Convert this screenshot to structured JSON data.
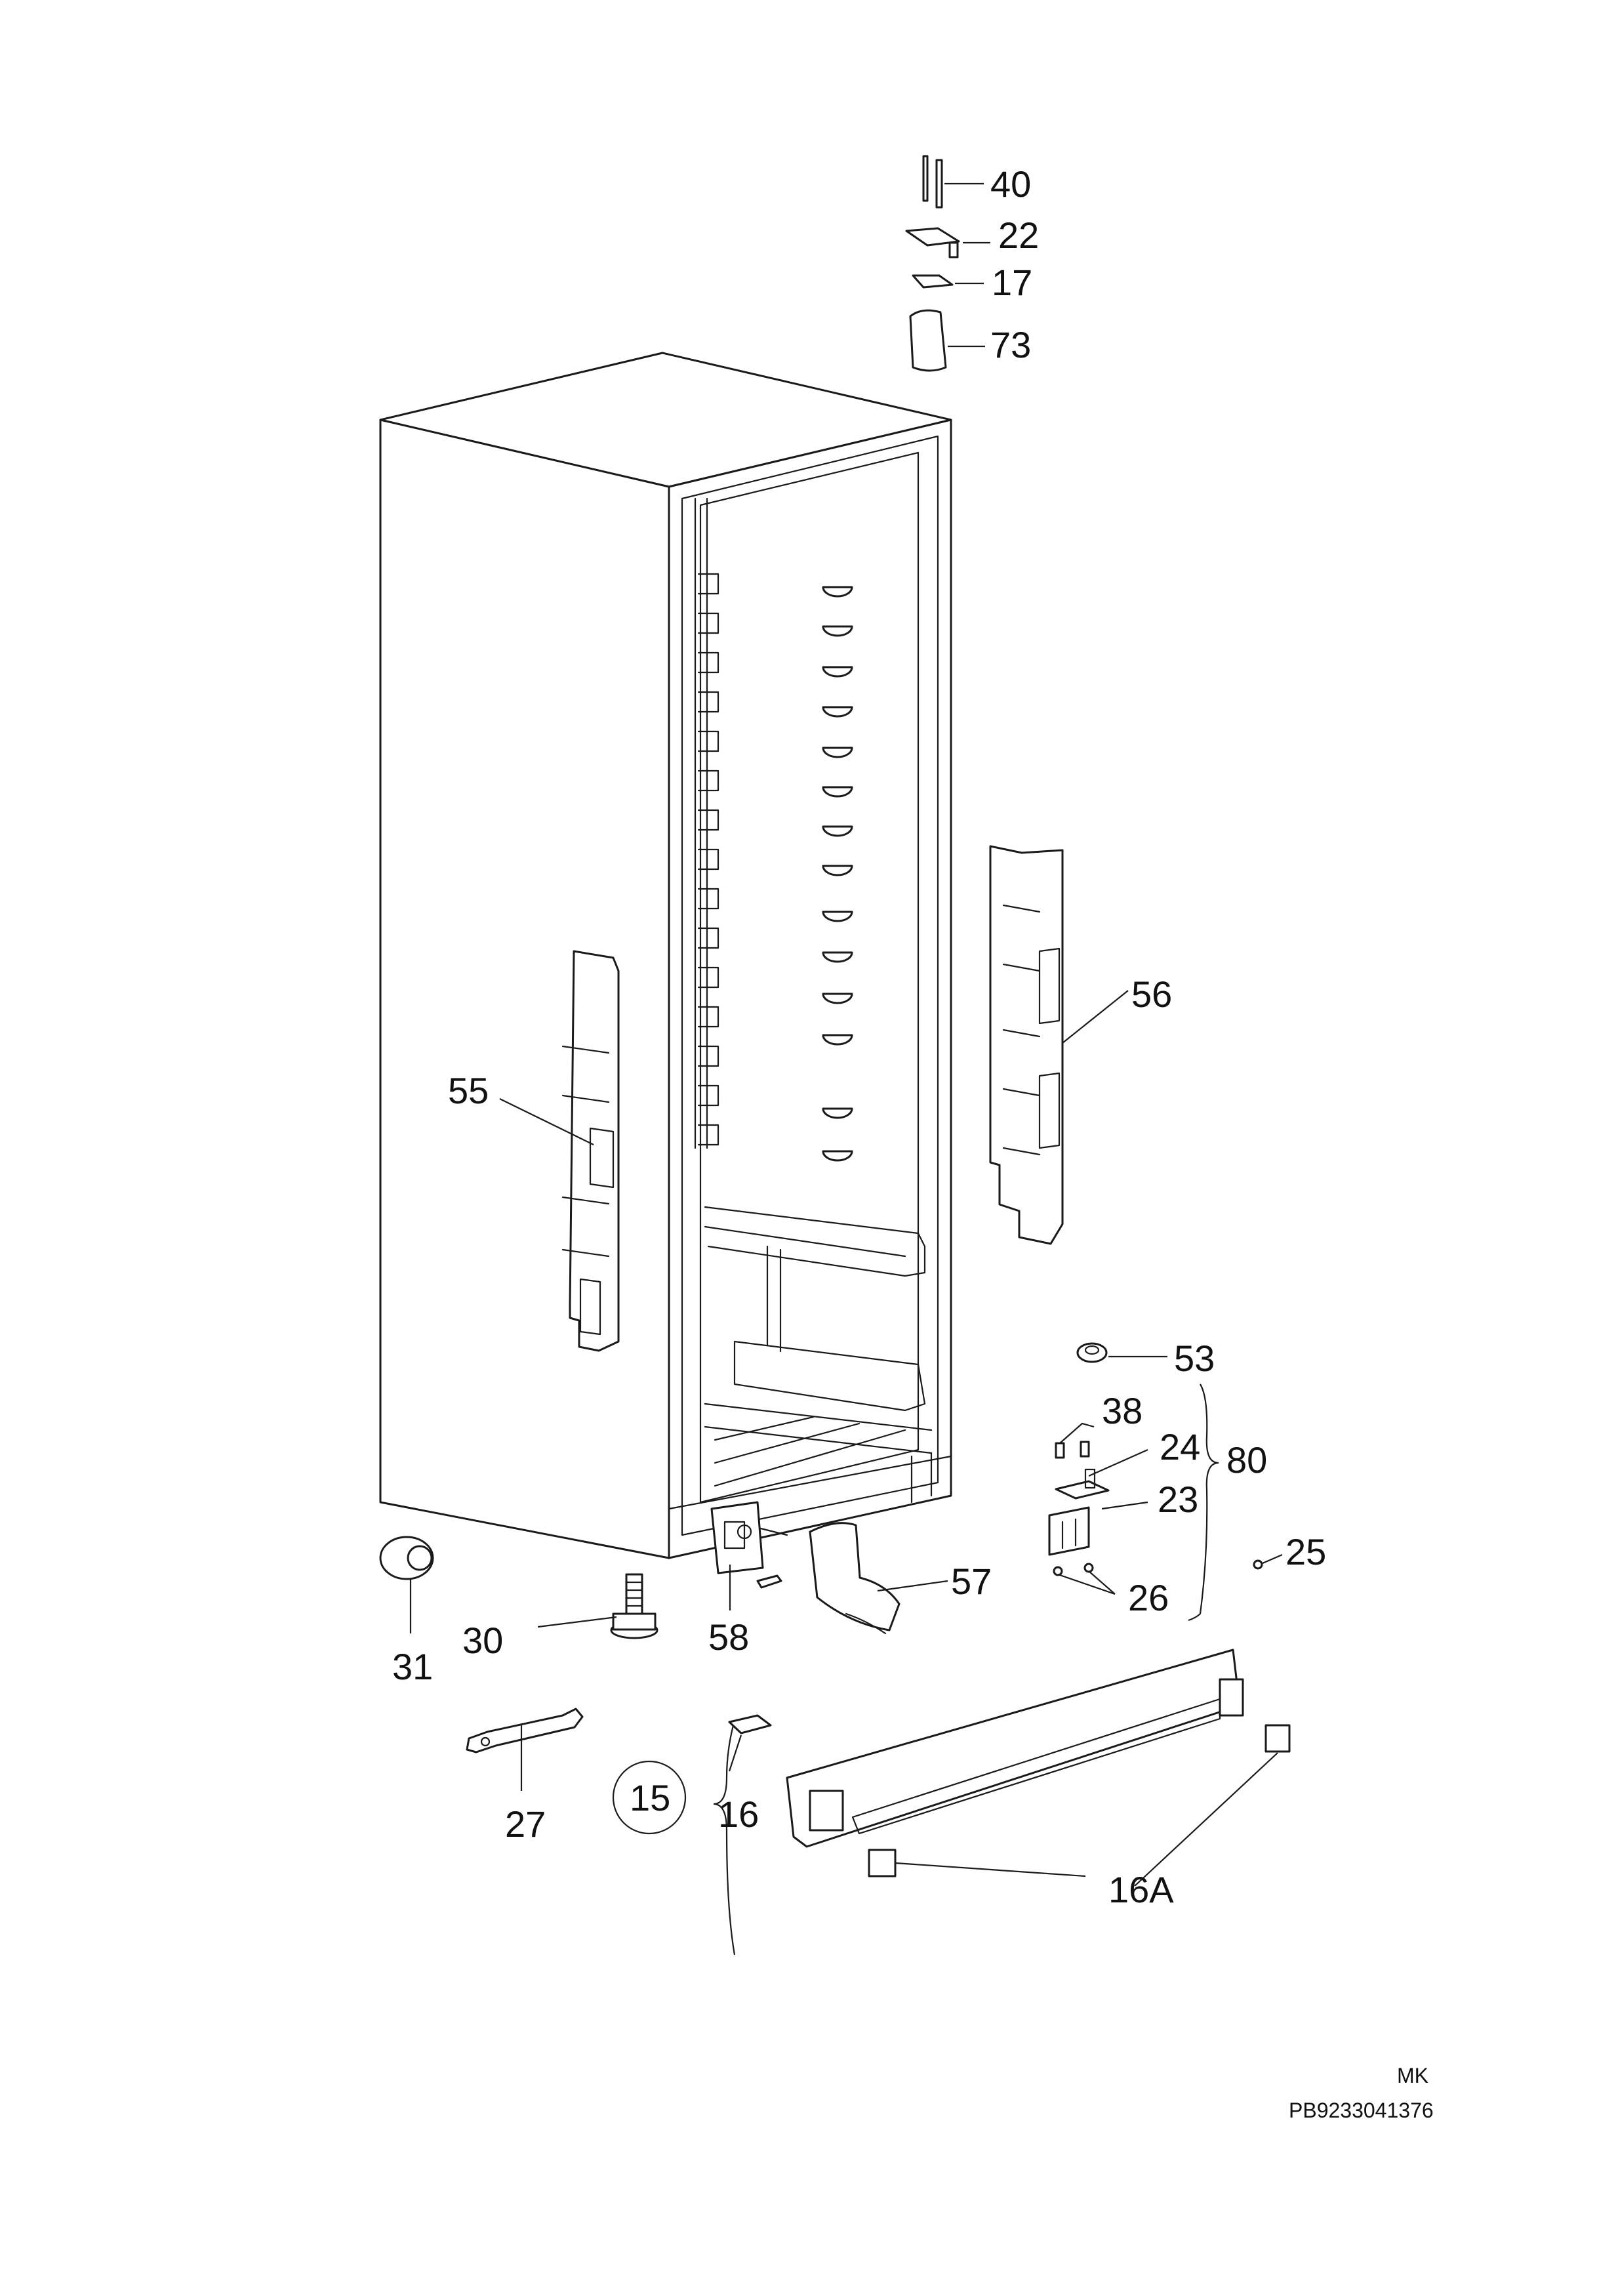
{
  "callouts": {
    "c40": "40",
    "c22": "22",
    "c17": "17",
    "c73": "73",
    "c56": "56",
    "c55": "55",
    "c53": "53",
    "c38": "38",
    "c24": "24",
    "c80": "80",
    "c23": "23",
    "c25": "25",
    "c26": "26",
    "c57": "57",
    "c58": "58",
    "c30": "30",
    "c31": "31",
    "c27": "27",
    "c15": "15",
    "c16": "16",
    "c16A": "16A"
  },
  "footer": {
    "initials": "MK",
    "code": "PB9233041376"
  }
}
